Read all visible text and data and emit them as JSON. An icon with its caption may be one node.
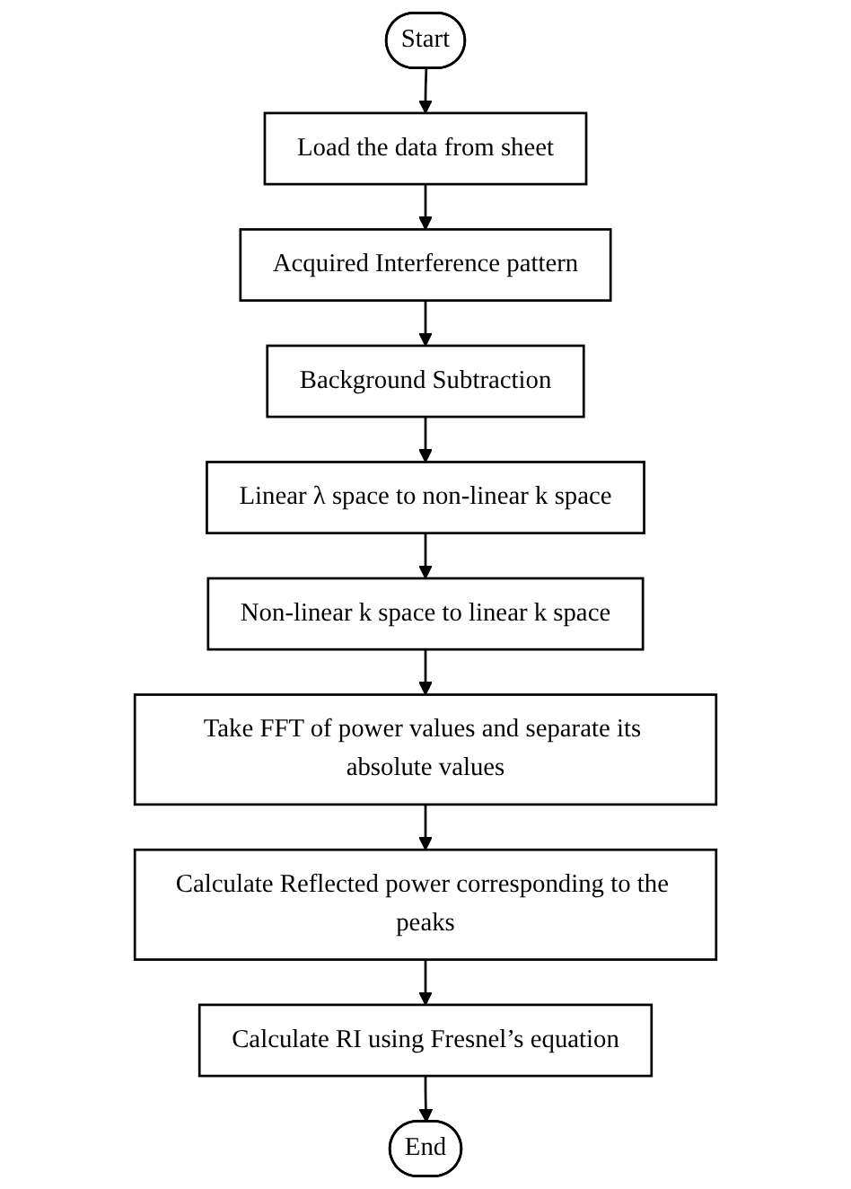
{
  "diagram": {
    "nodes": [
      {
        "text": [
          "Start"
        ]
      },
      {
        "text": [
          "Load the data from sheet"
        ]
      },
      {
        "text": [
          "Acquired Interference pattern"
        ]
      },
      {
        "text": [
          "Background Subtraction"
        ]
      },
      {
        "text": [
          "Linear λ space to non-linear k space"
        ]
      },
      {
        "text": [
          "Non-linear k space to linear k space"
        ]
      },
      {
        "text": [
          "Take FFT of power values and separate its absolute values"
        ]
      },
      {
        "text": [
          "Calculate Reflected power corresponding to the peaks"
        ]
      },
      {
        "text": [
          "Calculate RI using Fresnel’s equation"
        ]
      },
      {
        "text": [
          "End"
        ]
      }
    ],
    "edges": [
      {
        "from": 0,
        "to": 1,
        "arrow": "to"
      },
      {
        "from": 1,
        "to": 2,
        "arrow": "to"
      },
      {
        "from": 2,
        "to": 3,
        "arrow": "to"
      },
      {
        "from": 3,
        "to": 4,
        "arrow": "to"
      },
      {
        "from": 4,
        "to": 5,
        "arrow": "to"
      },
      {
        "from": 5,
        "to": 6,
        "arrow": "to"
      },
      {
        "from": 6,
        "to": 7,
        "arrow": "to"
      },
      {
        "from": 7,
        "to": 8,
        "arrow": "to"
      },
      {
        "from": 8,
        "to": 9,
        "arrow": "to"
      }
    ]
  }
}
